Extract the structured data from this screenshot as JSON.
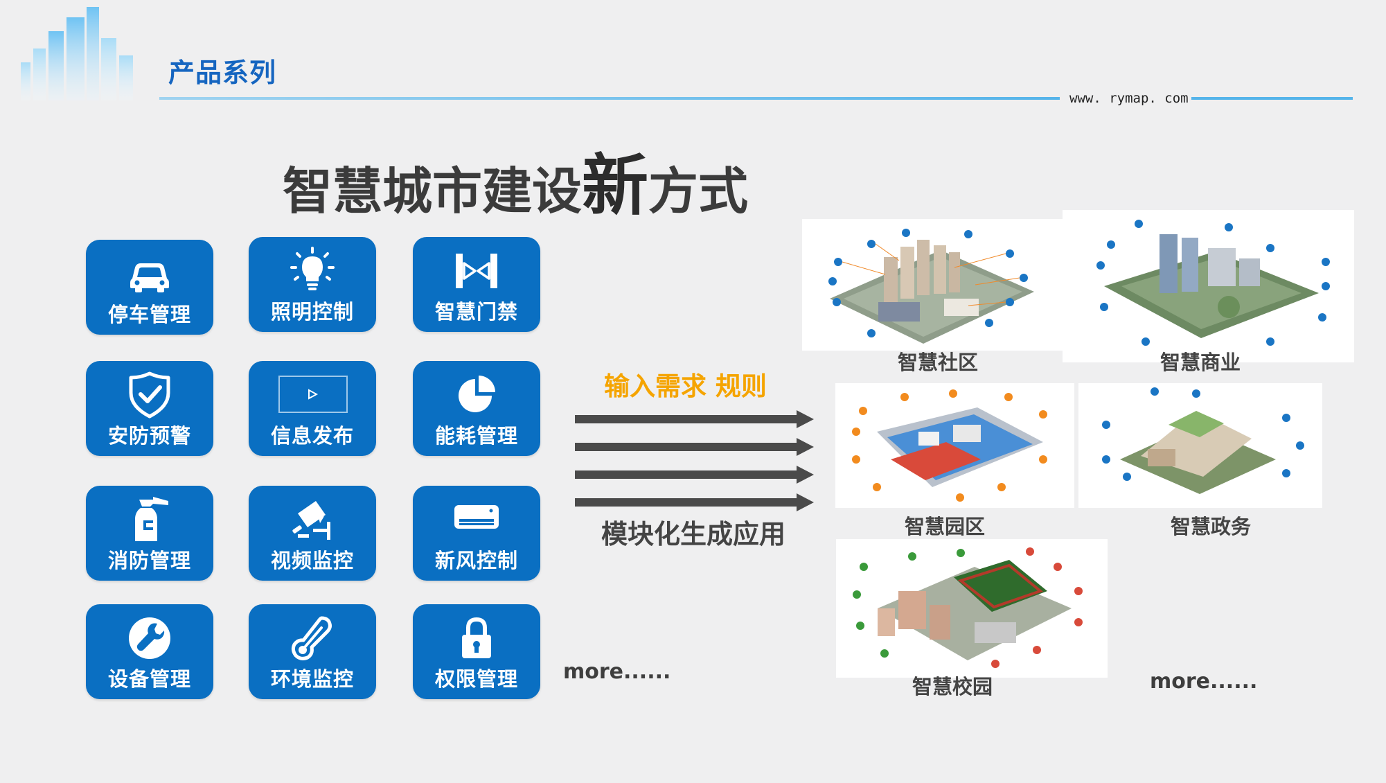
{
  "header": {
    "section_title": "产品系列",
    "url": "www. rymap. com"
  },
  "headline": {
    "part1": "智慧城市建设",
    "emphasis": "新",
    "part2": "方式"
  },
  "modules": [
    {
      "label": "停车管理",
      "icon": "car-icon"
    },
    {
      "label": "照明控制",
      "icon": "lightbulb-icon"
    },
    {
      "label": "智慧门禁",
      "icon": "gate-icon"
    },
    {
      "label": "安防预警",
      "icon": "shield-check-icon"
    },
    {
      "label": "信息发布",
      "icon": "screen-play-icon"
    },
    {
      "label": "能耗管理",
      "icon": "pie-chart-icon"
    },
    {
      "label": "消防管理",
      "icon": "fire-extinguisher-icon"
    },
    {
      "label": "视频监控",
      "icon": "cctv-camera-icon"
    },
    {
      "label": "新风控制",
      "icon": "air-conditioner-icon"
    },
    {
      "label": "设备管理",
      "icon": "wrench-icon"
    },
    {
      "label": "环境监控",
      "icon": "thermometer-icon"
    },
    {
      "label": "权限管理",
      "icon": "lock-icon"
    }
  ],
  "flow": {
    "input_label": "输入需求 规则",
    "output_label": "模块化生成应用",
    "more_left": "more......"
  },
  "products": [
    {
      "label": "智慧社区"
    },
    {
      "label": "智慧商业"
    },
    {
      "label": "智慧园区"
    },
    {
      "label": "智慧政务"
    },
    {
      "label": "智慧校园"
    }
  ],
  "more_right": "more......",
  "colors": {
    "tile_blue": "#0a6fc2",
    "title_blue": "#1565c0",
    "accent_orange": "#f5a400",
    "arrow_gray": "#4a4a4a",
    "background": "#efeff0"
  }
}
